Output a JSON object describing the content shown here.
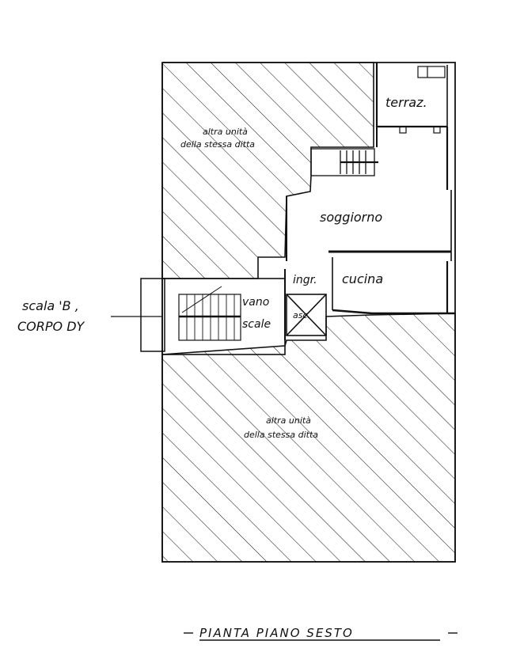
{
  "drawing": {
    "rooms": {
      "terrace": "terraz.",
      "living": "soggiorno",
      "kitchen": "cucina",
      "entrance": "ingr.",
      "elevator": "asc.",
      "stair_void_line1": "vano",
      "stair_void_line2": "scale"
    },
    "neighbors": {
      "top_line1": "altra unità",
      "top_line2": "della stessa ditta",
      "bottom_line1": "altra unità",
      "bottom_line2": "della stessa ditta"
    },
    "stair_reference": {
      "line1": "scala 'B ,",
      "line2": "CORPO DY"
    },
    "title": "PIANTA PIANO SESTO"
  },
  "colors": {
    "ink": "#111111",
    "paper": "#ffffff"
  }
}
